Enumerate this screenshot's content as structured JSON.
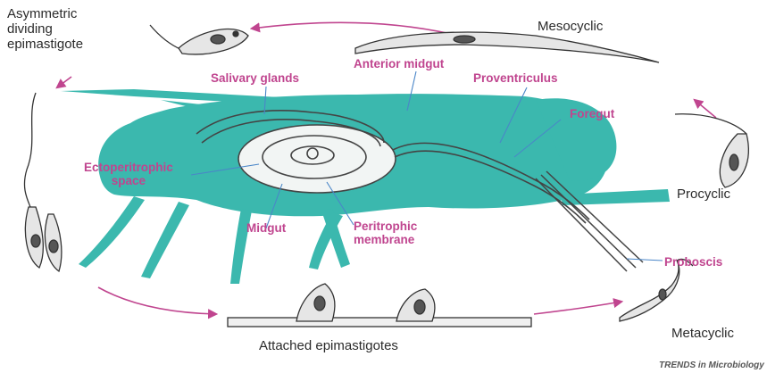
{
  "stages": {
    "asymmetric": "Asymmetric\ndividing\nepimastigote",
    "mesocyclic": "Mesocyclic",
    "procyclic": "Procyclic",
    "metacyclic": "Metacyclic",
    "attached": "Attached epimastigotes"
  },
  "anatomy": {
    "salivary_glands": "Salivary glands",
    "anterior_midgut": "Anterior midgut",
    "proventriculus": "Proventriculus",
    "foregut": "Foregut",
    "ectoperitrophic": "Ectoperitrophic\nspace",
    "midgut": "Midgut",
    "peritrophic": "Peritrophic\nmembrane",
    "proboscis": "Proboscis"
  },
  "credit": "TRENDS in Microbiology",
  "colors": {
    "fly_body": "#3bb8ae",
    "anatomy_label": "#c0458f",
    "cycle_arrow": "#c0458f",
    "parasite": "#555555"
  }
}
